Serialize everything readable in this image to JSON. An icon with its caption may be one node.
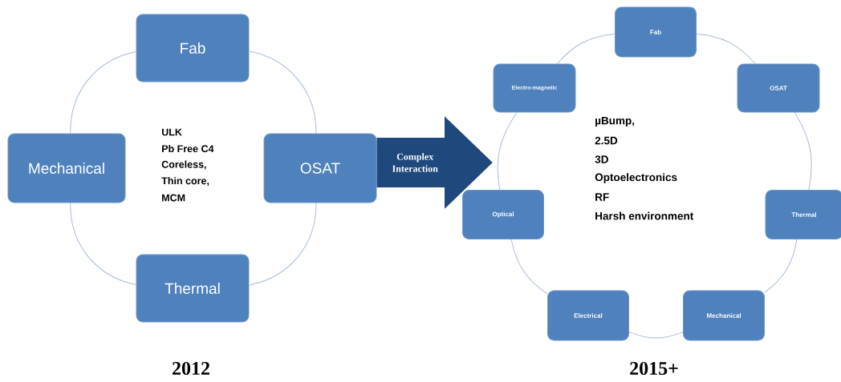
{
  "diagram": {
    "nodes": [
      {
        "text": [
          "Fab"
        ]
      },
      {
        "text": [
          "Mechanical"
        ]
      },
      {
        "text": [
          "OSAT"
        ]
      },
      {
        "text": [
          "Thermal"
        ]
      },
      {
        "text": [
          "Fab"
        ]
      },
      {
        "text": [
          "Electro-magnetic"
        ]
      },
      {
        "text": [
          "OSAT"
        ]
      },
      {
        "text": [
          "Optical"
        ]
      },
      {
        "text": [
          "Thermal"
        ]
      },
      {
        "text": [
          "Electrical"
        ]
      },
      {
        "text": [
          "Mechanical"
        ]
      }
    ],
    "edges": [
      {
        "from": 0,
        "to": 2,
        "arrow": "none"
      },
      {
        "from": 2,
        "to": 3,
        "arrow": "none"
      },
      {
        "from": 3,
        "to": 1,
        "arrow": "none"
      },
      {
        "from": 1,
        "to": 0,
        "arrow": "none"
      },
      {
        "from": 4,
        "to": 6,
        "arrow": "none"
      },
      {
        "from": 6,
        "to": 8,
        "arrow": "none"
      },
      {
        "from": 8,
        "to": 10,
        "arrow": "none"
      },
      {
        "from": 10,
        "to": 9,
        "arrow": "none"
      },
      {
        "from": 9,
        "to": 7,
        "arrow": "none"
      },
      {
        "from": 7,
        "to": 5,
        "arrow": "none"
      },
      {
        "from": 5,
        "to": 4,
        "arrow": "none"
      },
      {
        "from": 2,
        "to": 7,
        "arrow": "to",
        "label": "Complex Interaction",
        "style": "thick",
        "color": "#1f497d"
      }
    ],
    "labels": [
      "ULK",
      "Pb Free C4",
      "Coreless,",
      "Thin core,",
      "MCM",
      "µBump,",
      "2.5D",
      "3D",
      "Optoelectronics",
      "RF",
      "Harsh environment",
      "2012",
      "2015+"
    ]
  }
}
